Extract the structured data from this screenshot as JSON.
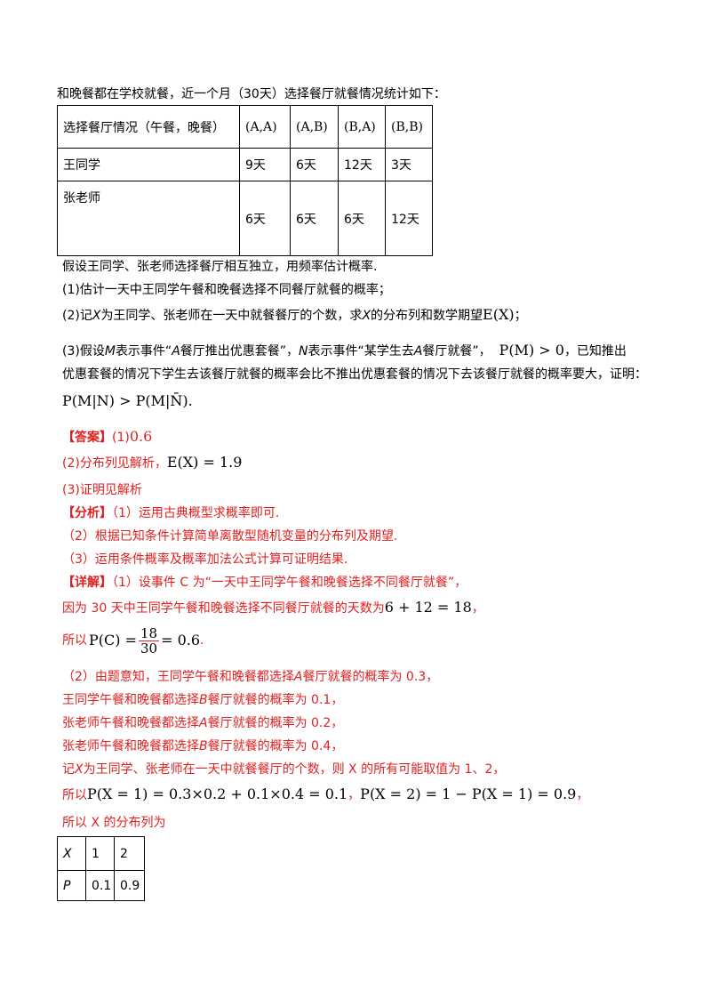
{
  "intro": "和晚餐都在学校就餐，近一个月（30天）选择餐厅就餐情况统计如下：",
  "table1": {
    "header": [
      "选择餐厅情况（午餐，晚餐）",
      "(A,A)",
      "(A,B)",
      "(B,A)",
      "(B,B)"
    ],
    "rows": [
      [
        "王同学",
        "9天",
        "6天",
        "12天",
        "3天"
      ],
      [
        "张老师",
        "6天",
        "6天",
        "6天",
        "12天"
      ]
    ]
  },
  "assume": "假设王同学、张老师选择餐厅相互独立，用频率估计概率.",
  "q1": "(1)估计一天中王同学午餐和晚餐选择不同餐厅就餐的概率；",
  "q2": {
    "a": "(2)记",
    "b": "X",
    "c": "为王同学、张老师在一天中就餐餐厅的个数，求",
    "d": "X",
    "e": "的分布列和数学期望",
    "f": "E(X)",
    "g": "；"
  },
  "q3": {
    "a": "(3)假设",
    "b": "M",
    "c": "表示事件“",
    "d": "A",
    "e": "餐厅推出优惠套餐”，",
    "f": "N",
    "g": "表示事件“某学生去",
    "h": "A",
    "i": "餐厅就餐”，",
    "j": "P(M) > 0",
    "k": "，已知推出",
    "line2": "优惠套餐的情况下学生去该餐厅就餐的概率会比不推出优惠套餐的情况下去该餐厅就餐的概率要大，证明：",
    "line3": "P(M|N) > P(M|N̄)."
  },
  "answer": {
    "tag": "【答案】",
    "a1": "(1)",
    "a1val": "0.6",
    "a2": "(2)分布列见解析，",
    "a2val": "E(X) = 1.9",
    "a3": "(3)证明见解析"
  },
  "analysis": {
    "tag": "【分析】",
    "l1": "（1）运用古典概型求概率即可.",
    "l2": "（2）根据已知条件计算简单离散型随机变量的分布列及期望.",
    "l3": "（3）运用条件概率及概率加法公式计算可证明结果."
  },
  "detail": {
    "tag": "【详解】",
    "l1": "（1）设事件 C 为“一天中王同学午餐和晚餐选择不同餐厅就餐”，",
    "l2a": "因为 30 天中王同学午餐和晚餐选择不同餐厅就餐的天数为",
    "l2b": "6 + 12 = 18",
    "l2c": "，",
    "l3a": "所以",
    "l3b": "P(C) =",
    "l3num": "18",
    "l3den": "30",
    "l3c": "= 0.6",
    "l3d": ".",
    "l4a": "（2）由题意知，王同学午餐和晚餐都选择",
    "l4b": "A",
    "l4c": "餐厅就餐的概率为 0.3，",
    "l5a": "王同学午餐和晚餐都选择",
    "l5b": "B",
    "l5c": "餐厅就餐的概率为 0.1，",
    "l6a": "张老师午餐和晚餐都选择",
    "l6b": "A",
    "l6c": "餐厅就餐的概率为 0.2，",
    "l7a": "张老师午餐和晚餐都选择",
    "l7b": "B",
    "l7c": "餐厅就餐的概率为 0.4，",
    "l8a": "记",
    "l8b": "X",
    "l8c": "为王同学、张老师在一天中就餐餐厅的个数，则 X 的所有可能取值为 1、2，",
    "l9a": "所以",
    "l9b": "P(X = 1) = 0.3×0.2 + 0.1×0.4 = 0.1",
    "l9c": "，",
    "l9d": "P(X = 2) = 1 − P(X = 1) = 0.9",
    "l9e": "，",
    "l10": "所以 X 的分布列为"
  },
  "table2": {
    "rows": [
      [
        "X",
        "1",
        "2"
      ],
      [
        "P",
        "0.1",
        "0.9"
      ]
    ]
  }
}
